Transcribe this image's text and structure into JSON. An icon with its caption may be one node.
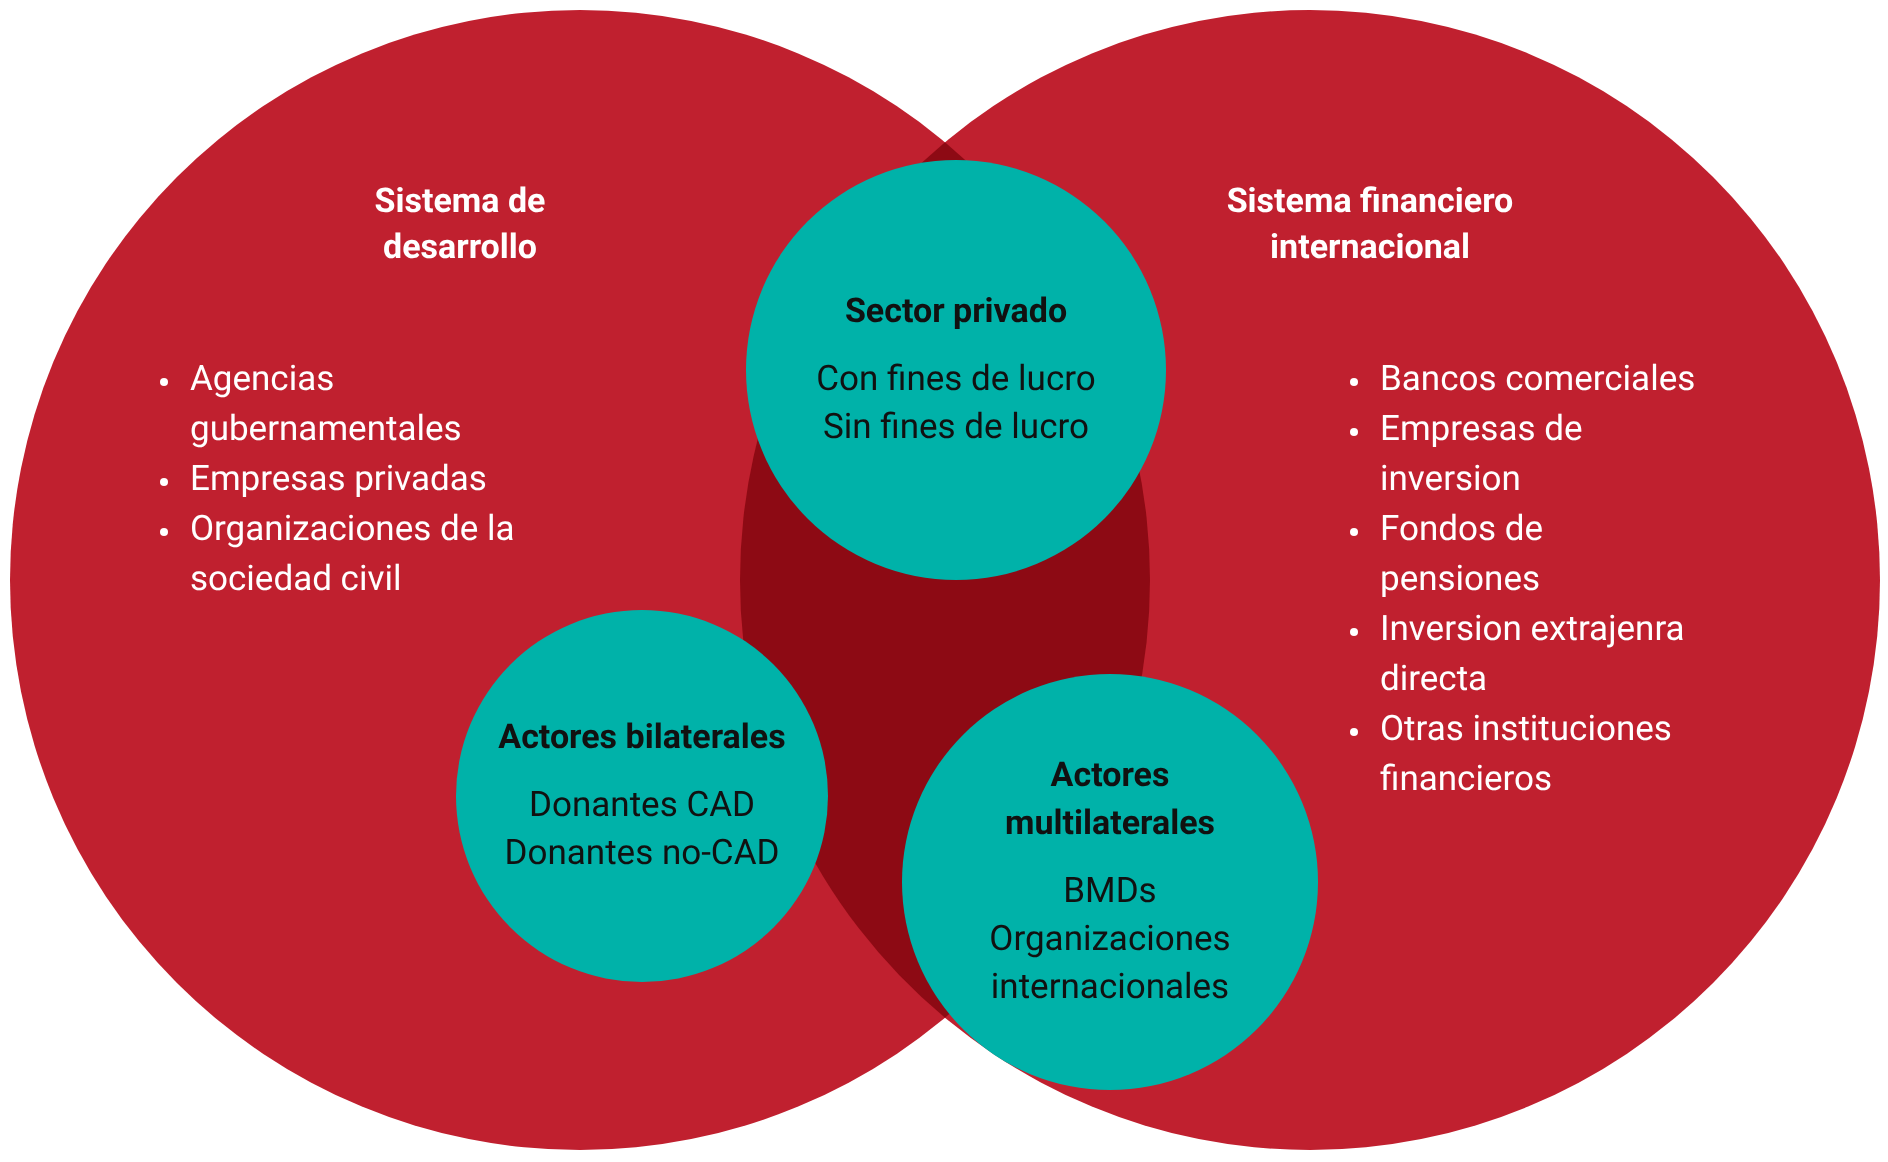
{
  "diagram": {
    "nodes": [
      {
        "text": [
          "Sistema de desarrollo",
          "Agencias gubernamentales",
          "Empresas privadas",
          "Organizaciones de la sociedad civil"
        ]
      },
      {
        "text": [
          "Sistema financiero internacional",
          "Bancos comerciales",
          "Empresas de inversion",
          "Fondos de pensiones",
          "Inversion extrajenra directa",
          "Otras instituciones financieros"
        ]
      },
      {
        "text": [
          "Sector privado",
          "Con fines de lucro",
          "Sin fines de lucro"
        ]
      },
      {
        "text": [
          "Actores bilaterales",
          "Donantes CAD",
          "Donantes no-CAD"
        ]
      },
      {
        "text": [
          "Actores multilaterales",
          "BMDs",
          "Organizaciones internacionales"
        ]
      }
    ],
    "edges": []
  }
}
